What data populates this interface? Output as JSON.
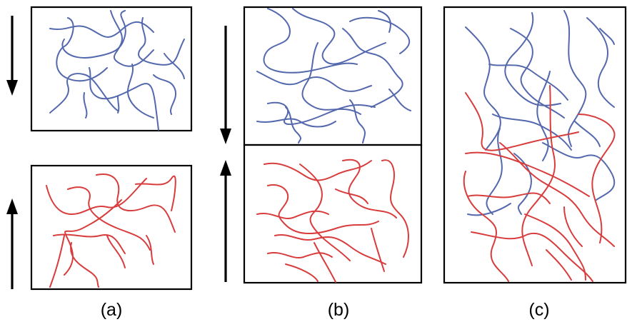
{
  "panels": [
    {
      "id": "a",
      "label": "(a)"
    },
    {
      "id": "b",
      "label": "(b)"
    },
    {
      "id": "c",
      "label": "(c)"
    }
  ],
  "colors": {
    "upper_chains": "#5468ad",
    "lower_chains": "#d83c3c",
    "frame": "#000000"
  },
  "icons": [
    "arrow-down-icon",
    "arrow-up-icon"
  ]
}
